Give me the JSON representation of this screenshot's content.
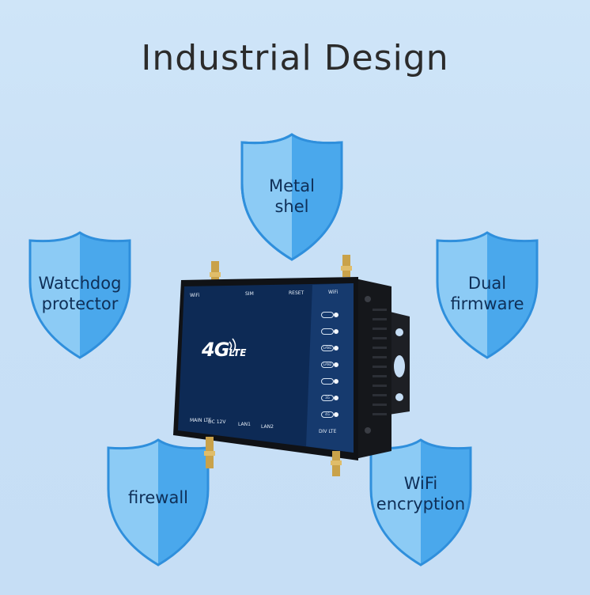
{
  "page": {
    "title": "Industrial Design"
  },
  "features": [
    {
      "id": "metal-shell",
      "lines": [
        "Metal",
        "shel"
      ]
    },
    {
      "id": "watchdog",
      "lines": [
        "Watchdog",
        "protector"
      ]
    },
    {
      "id": "dual-firmware",
      "lines": [
        "Dual",
        "firmware"
      ]
    },
    {
      "id": "firewall",
      "lines": [
        "firewall"
      ]
    },
    {
      "id": "wifi-encryption",
      "lines": [
        "WiFi",
        "encryption"
      ]
    }
  ],
  "router": {
    "logo_big": "4G",
    "logo_small": "LTE",
    "top_labels": {
      "wifi_left": "WiFi",
      "sim": "SIM",
      "reset": "RESET",
      "wifi_right": "WiFi"
    },
    "bottom_labels": {
      "main_lte": "MAIN LTE",
      "dc": "DC 12V",
      "lan1": "LAN1",
      "lan2": "LAN2",
      "div_lte": "DIV LTE"
    },
    "leds": [
      "",
      "",
      "LAN1",
      "LAN2",
      "",
      "3G",
      "4G"
    ]
  },
  "colors": {
    "shield_light": "#8ccbf5",
    "shield_dark": "#4aa8ec",
    "shield_border": "#2f8fdc",
    "router_panel": "#0d2a55",
    "router_body": "#1a1c21"
  }
}
